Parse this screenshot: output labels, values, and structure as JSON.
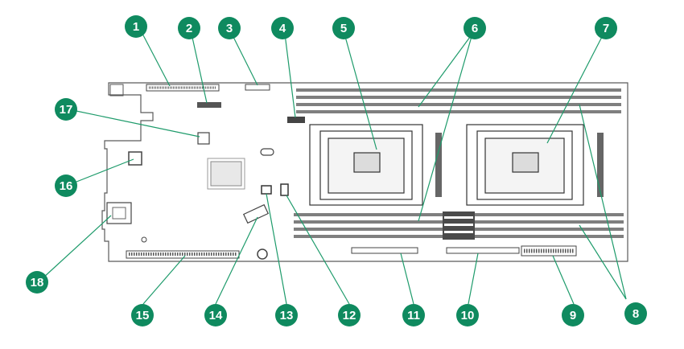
{
  "colors": {
    "callout": "#0f8a5f",
    "leader": "#1e9b6b",
    "board_line": "#5a5a5a",
    "dimm": "#7f7f7f",
    "dimm_dark": "#4a4a4a",
    "background": "#ffffff"
  },
  "callouts": {
    "c1": "1",
    "c2": "2",
    "c3": "3",
    "c4": "4",
    "c5": "5",
    "c6": "6",
    "c7": "7",
    "c8": "8",
    "c9": "9",
    "c10": "10",
    "c11": "11",
    "c12": "12",
    "c13": "13",
    "c14": "14",
    "c15": "15",
    "c16": "16",
    "c17": "17",
    "c18": "18"
  }
}
